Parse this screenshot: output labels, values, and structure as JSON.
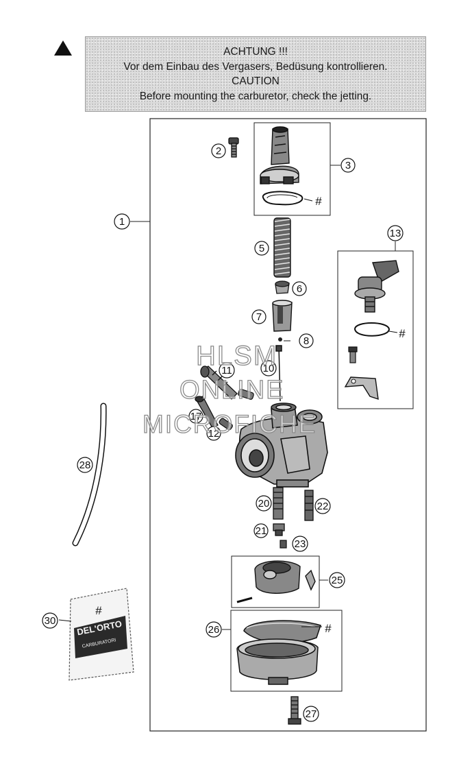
{
  "caution": {
    "line1": "ACHTUNG !!!",
    "line2": "Vor dem Einbau des Vergasers, Bedüsung kontrollieren.",
    "line3": "CAUTION",
    "line4": "Before mounting the carburetor, check the jetting."
  },
  "callouts": {
    "c1": "1",
    "c2": "2",
    "c3": "3",
    "c5": "5",
    "c6": "6",
    "c7": "7",
    "c8": "8",
    "c10": "10",
    "c11": "11",
    "c12": "12",
    "c13": "13",
    "c17": "17",
    "c20": "20",
    "c21": "21",
    "c22": "22",
    "c23": "23",
    "c25": "25",
    "c26": "26",
    "c27": "27",
    "c28": "28",
    "c30": "30"
  },
  "hash_mark": "#",
  "packet": {
    "brand": "DEL'ORTO",
    "subtitle": "CARBURATORI"
  },
  "watermark": {
    "line1": "HLSM",
    "line2": "ONLINE",
    "line3": "MICROFICHE"
  }
}
